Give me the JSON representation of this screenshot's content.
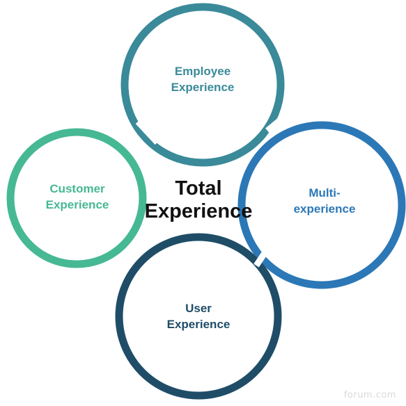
{
  "center": {
    "line1": "Total",
    "line2": "Experience"
  },
  "rings": {
    "employee": {
      "line1": "Employee",
      "line2": "Experience",
      "color": "#3a8a99"
    },
    "customer": {
      "line1": "Customer",
      "line2": "Experience",
      "color": "#46b894"
    },
    "multi": {
      "line1": "Multi-",
      "line2": "experience",
      "color": "#2c78b7"
    },
    "user": {
      "line1": "User",
      "line2": "Experience",
      "color": "#1f4d68"
    }
  },
  "watermark": "forum.com"
}
